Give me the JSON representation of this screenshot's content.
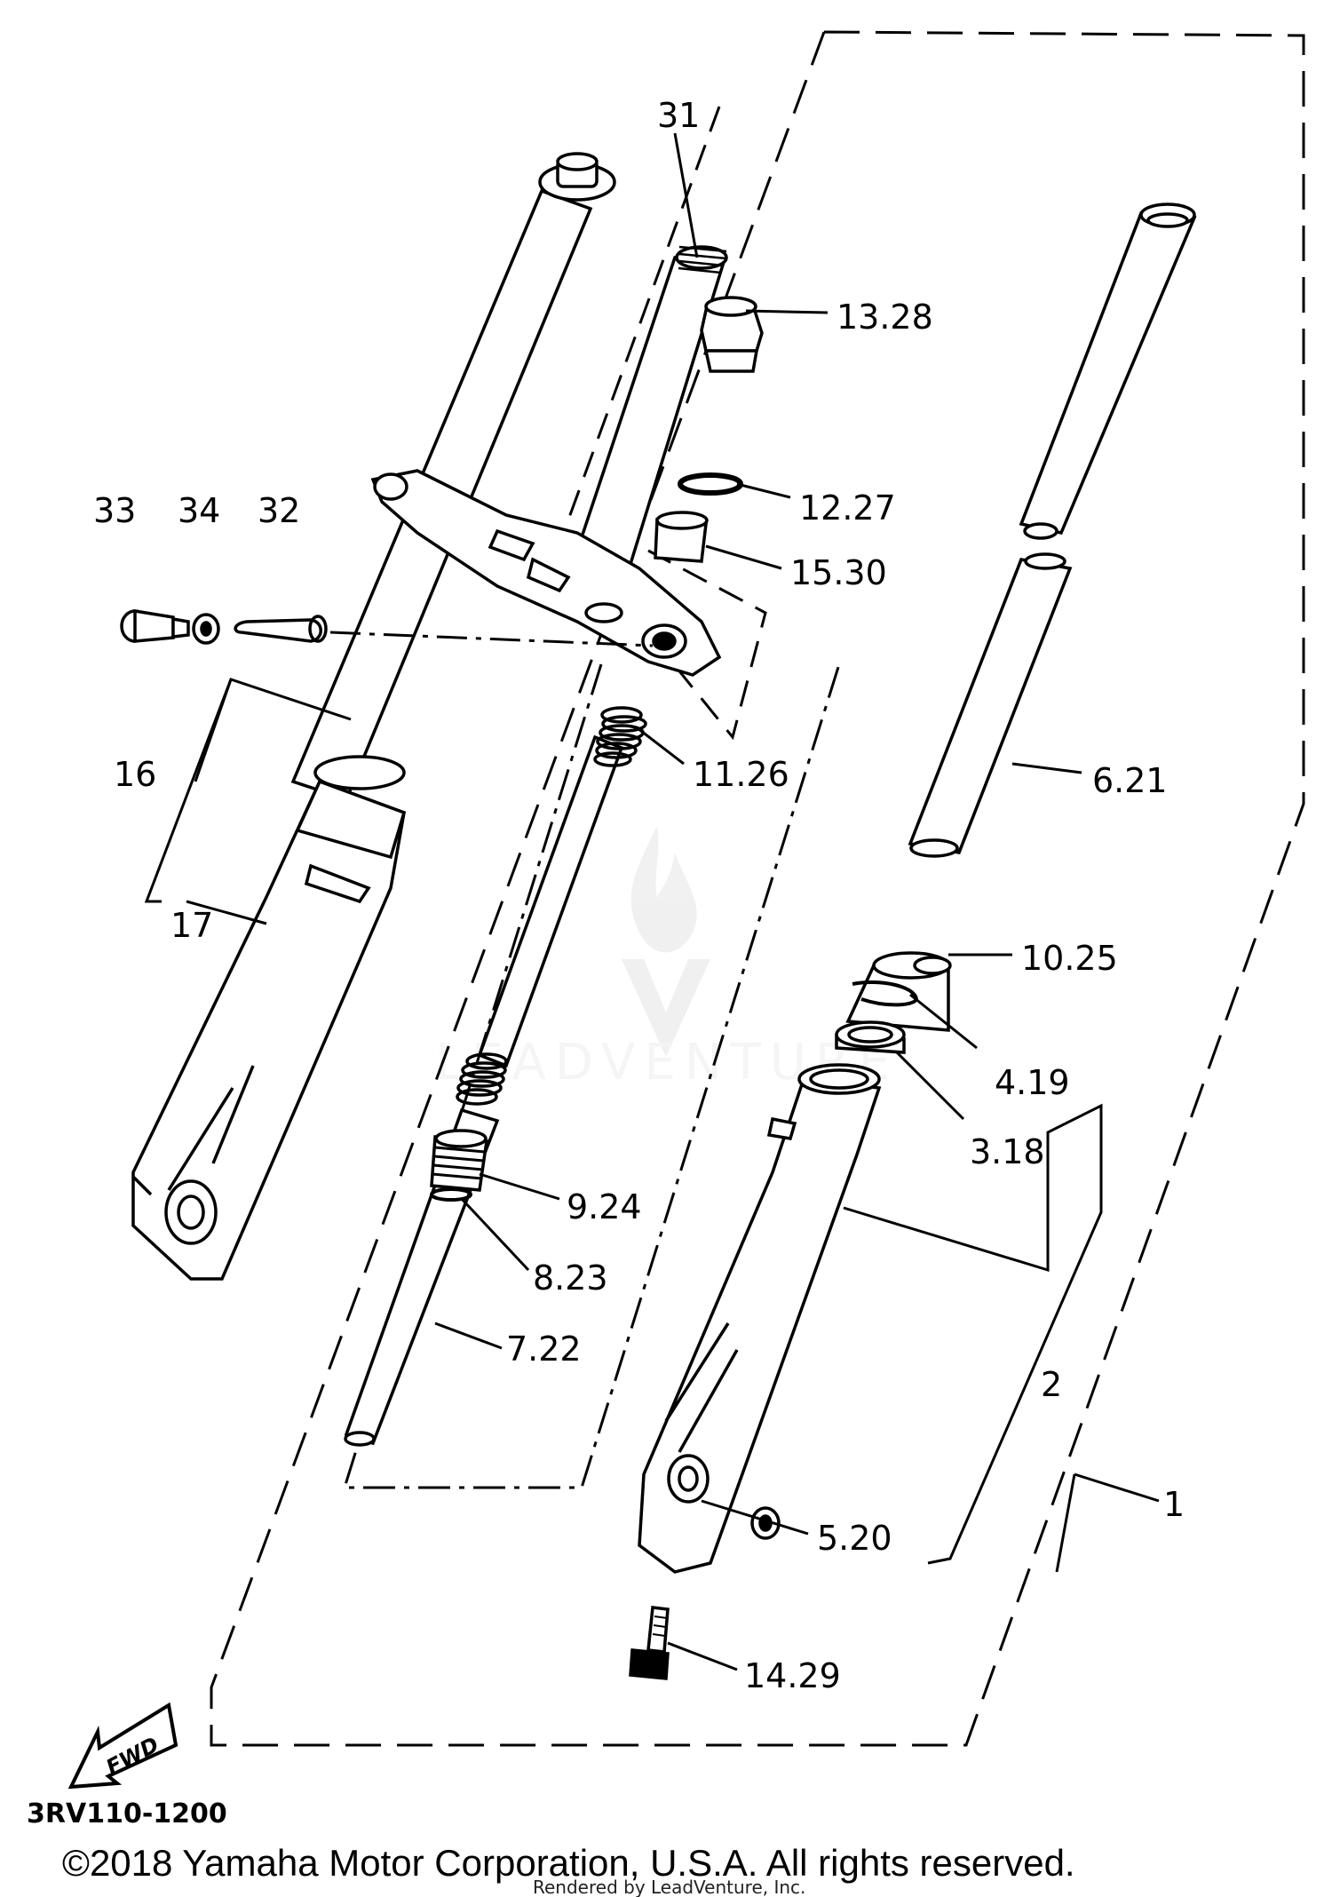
{
  "diagram": {
    "part_labels": [
      {
        "id": "p31",
        "text": "31"
      },
      {
        "id": "p13_28",
        "text": "13.28"
      },
      {
        "id": "p12_27",
        "text": "12.27"
      },
      {
        "id": "p15_30",
        "text": "15.30"
      },
      {
        "id": "p33",
        "text": "33"
      },
      {
        "id": "p34",
        "text": "34"
      },
      {
        "id": "p32",
        "text": "32"
      },
      {
        "id": "p11_26",
        "text": "11.26"
      },
      {
        "id": "p16",
        "text": "16"
      },
      {
        "id": "p17",
        "text": "17"
      },
      {
        "id": "p6_21",
        "text": "6.21"
      },
      {
        "id": "p10_25",
        "text": "10.25"
      },
      {
        "id": "p4_19",
        "text": "4.19"
      },
      {
        "id": "p3_18",
        "text": "3.18"
      },
      {
        "id": "p9_24",
        "text": "9.24"
      },
      {
        "id": "p8_23",
        "text": "8.23"
      },
      {
        "id": "p7_22",
        "text": "7.22"
      },
      {
        "id": "p2",
        "text": "2"
      },
      {
        "id": "p1",
        "text": "1"
      },
      {
        "id": "p5_20",
        "text": "5.20"
      },
      {
        "id": "p14_29",
        "text": "14.29"
      }
    ],
    "fwd_badge": "FWD",
    "diagram_code": "3RV110-1200",
    "watermark": "LEADVENTURE",
    "copyright": "©2018 Yamaha Motor Corporation, U.S.A. All rights reserved.",
    "rendered_by": "Rendered by LeadVenture, Inc."
  }
}
